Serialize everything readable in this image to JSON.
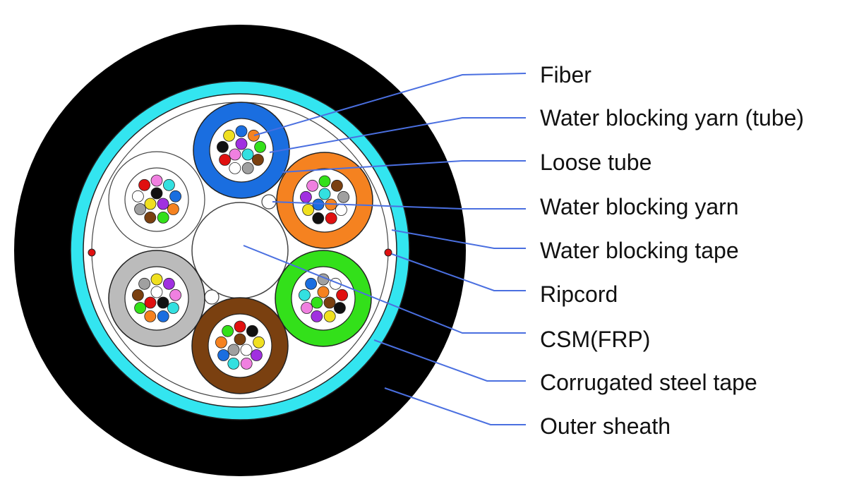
{
  "labels": [
    {
      "id": "fiber",
      "text": "Fiber"
    },
    {
      "id": "wby-tube",
      "text": "Water blocking yarn (tube)"
    },
    {
      "id": "loose-tube",
      "text": "Loose tube"
    },
    {
      "id": "wby",
      "text": "Water blocking yarn"
    },
    {
      "id": "wbt",
      "text": "Water blocking tape"
    },
    {
      "id": "ripcord",
      "text": "Ripcord"
    },
    {
      "id": "csm",
      "text": "CSM(FRP)"
    },
    {
      "id": "steel",
      "text": "Corrugated steel tape"
    },
    {
      "id": "sheath",
      "text": "Outer sheath"
    }
  ],
  "colors": {
    "outer_sheath": "#000000",
    "steel_tape": "#33e5f0",
    "leader_line": "#4a6fe0",
    "ripcord": "#e01010",
    "fiber_outline": "#222222"
  },
  "tubes": [
    {
      "id": "blue",
      "color": "#1a6ee0"
    },
    {
      "id": "orange",
      "color": "#f58220"
    },
    {
      "id": "green",
      "color": "#33e01a"
    },
    {
      "id": "brown",
      "color": "#7a4010"
    },
    {
      "id": "gray",
      "color": "#bbbbbb"
    },
    {
      "id": "white",
      "color": "#ffffff"
    }
  ],
  "fiber_colors": [
    "#1a6ee0",
    "#f58220",
    "#33e01a",
    "#7a4010",
    "#a0a0a0",
    "#ffffff",
    "#e01010",
    "#111111",
    "#f0e020",
    "#a030e0",
    "#f080e0",
    "#33e0e0"
  ]
}
